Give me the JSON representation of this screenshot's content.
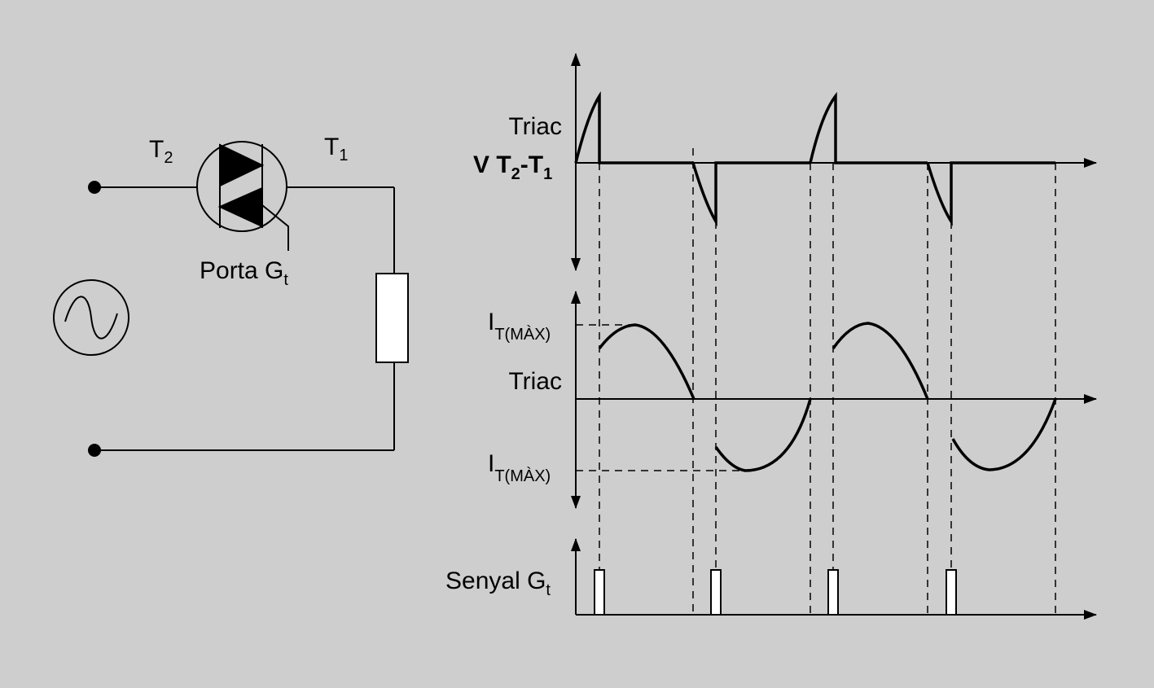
{
  "circuit": {
    "t2_main": "T",
    "t2_sub": "2",
    "t1_main": "T",
    "t1_sub": "1",
    "gate_main": "Porta G",
    "gate_sub": "t"
  },
  "voltage_graph": {
    "title": "Triac",
    "label_prefix": "V T",
    "label_sub1": "2",
    "label_mid": "-T",
    "label_sub2": "1"
  },
  "current_graph": {
    "title": "Triac",
    "imax_top_main": "I",
    "imax_top_sub": "T(MÀX)",
    "imax_bottom_main": "I",
    "imax_bottom_sub": "T(MÀX)"
  },
  "gate_graph": {
    "label_main": "Senyal G",
    "label_sub": "t"
  },
  "colors": {
    "background": "#cecece",
    "line": "#000000",
    "pulse_fill": "#ffffff"
  }
}
